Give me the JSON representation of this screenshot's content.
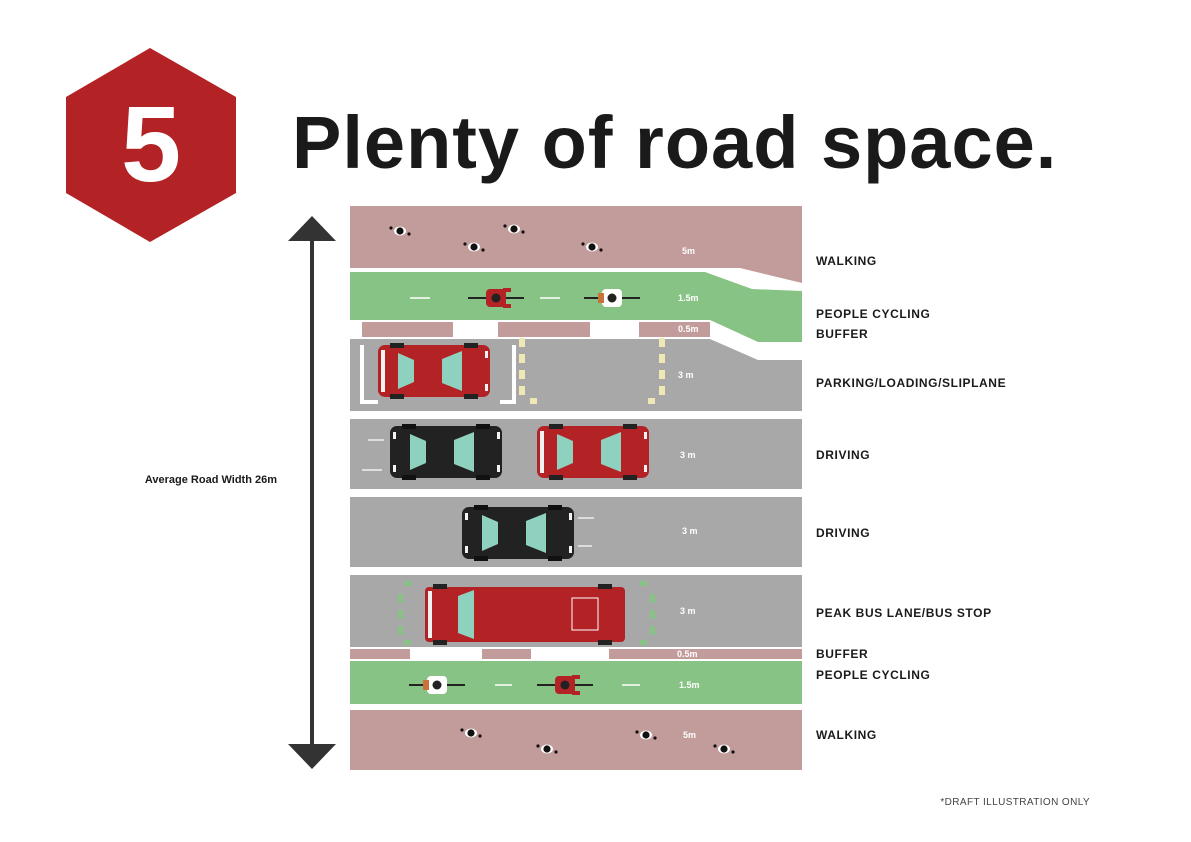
{
  "header": {
    "number": "5",
    "title": "Plenty of road space."
  },
  "width_label": "Average Road Width 26m",
  "footnote": "*DRAFT ILLUSTRATION ONLY",
  "lanes": {
    "walking_top": {
      "label": "WALKING",
      "width": "5m"
    },
    "cycling_top": {
      "label": "PEOPLE CYCLING",
      "width": "1.5m"
    },
    "buffer_top": {
      "label": "BUFFER",
      "width": "0.5m"
    },
    "parking": {
      "label": "PARKING/LOADING/SLIPLANE",
      "width": "3 m"
    },
    "driving_1": {
      "label": "DRIVING",
      "width": "3 m"
    },
    "driving_2": {
      "label": "DRIVING",
      "width": "3 m"
    },
    "bus": {
      "label": "PEAK BUS LANE/BUS STOP",
      "width": "3 m"
    },
    "buffer_bottom": {
      "label": "BUFFER",
      "width": "0.5m"
    },
    "cycling_bottom": {
      "label": "PEOPLE CYCLING",
      "width": "1.5m"
    },
    "walking_bottom": {
      "label": "WALKING",
      "width": "5m"
    }
  },
  "colors": {
    "brand_red": "#b32224",
    "footpath": "#c19c9a",
    "cycleway": "#88c386",
    "road": "#a8a8a8",
    "car_red": "#b32224",
    "car_black": "#222222",
    "windshield": "#8fd1bf",
    "marking_yellow": "#efe7b6",
    "marking_green": "#88c386"
  }
}
